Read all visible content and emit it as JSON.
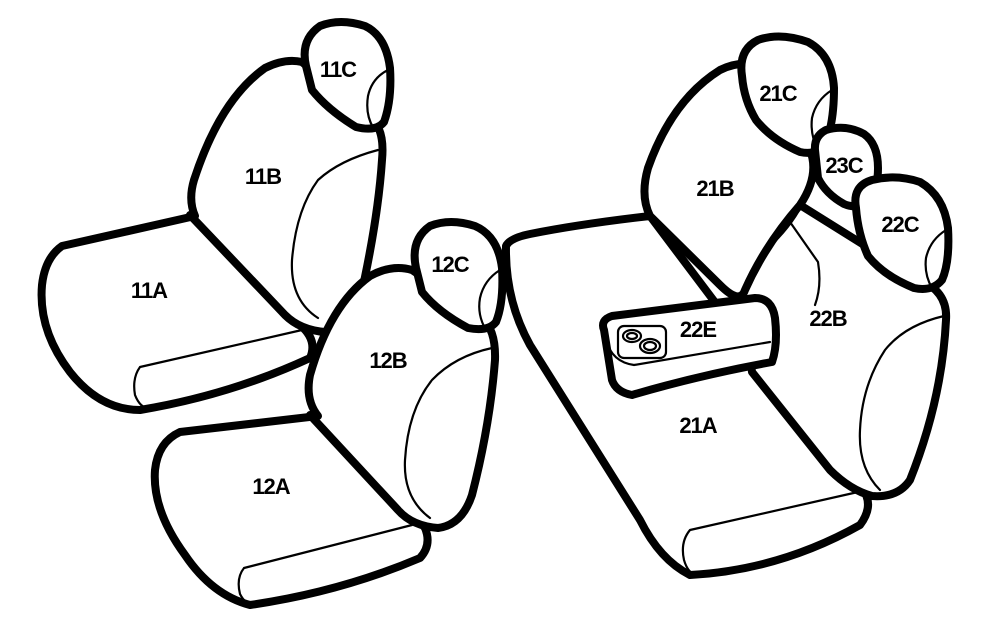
{
  "labels": {
    "seat_11a": "11A",
    "seat_11b": "11B",
    "seat_11c": "11C",
    "seat_12a": "12A",
    "seat_12b": "12B",
    "seat_12c": "12C",
    "seat_21a": "21A",
    "seat_21b": "21B",
    "seat_21c": "21C",
    "seat_22b": "22B",
    "seat_22c": "22C",
    "seat_22e": "22E",
    "seat_23c": "23C"
  },
  "colors": {
    "stroke": "#000000",
    "fill": "#ffffff"
  }
}
